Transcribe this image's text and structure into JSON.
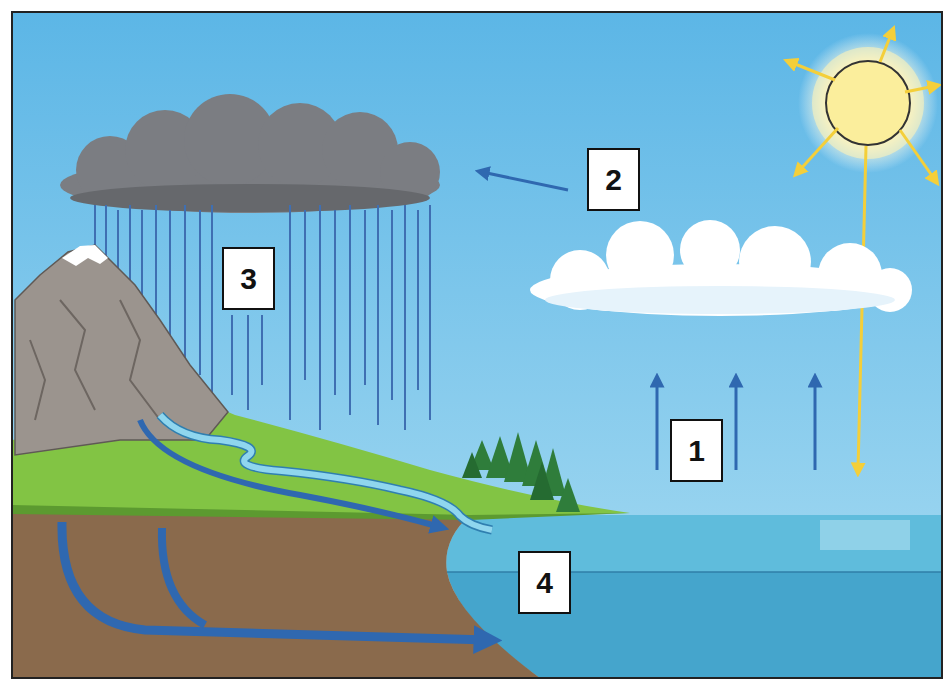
{
  "diagram": {
    "nodes": [
      {
        "text": [
          "2"
        ]
      },
      {
        "text": [
          "3"
        ]
      },
      {
        "text": [
          "1"
        ]
      },
      {
        "text": [
          "4"
        ]
      }
    ]
  }
}
